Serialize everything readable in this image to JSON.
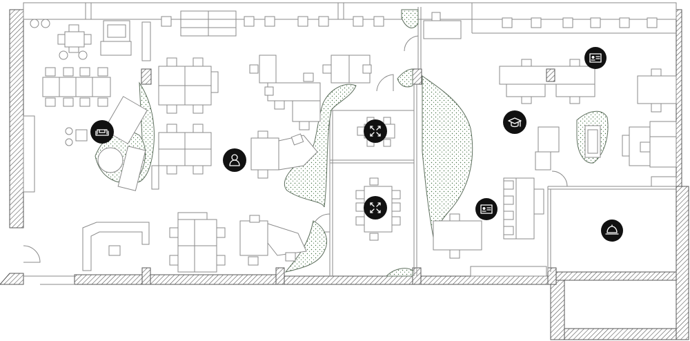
{
  "colors": {
    "marker": "#111111",
    "wall_hatch": "#555555",
    "greenery": "#3f6e3f",
    "furniture_line": "#8a8a8a"
  },
  "markers": [
    {
      "name": "lounge-sofa-icon",
      "room": "open-plan-west"
    },
    {
      "name": "person-icon",
      "room": "open-plan-west"
    },
    {
      "name": "meeting-collab-icon",
      "room": "meeting-room-north"
    },
    {
      "name": "meeting-collab-icon",
      "room": "meeting-room-south"
    },
    {
      "name": "graduation-cap-icon",
      "room": "open-plan-east"
    },
    {
      "name": "id-card-icon",
      "room": "open-plan-east-north"
    },
    {
      "name": "id-card-icon",
      "room": "open-plan-east-south"
    },
    {
      "name": "service-bell-icon",
      "room": "kitchen"
    }
  ]
}
